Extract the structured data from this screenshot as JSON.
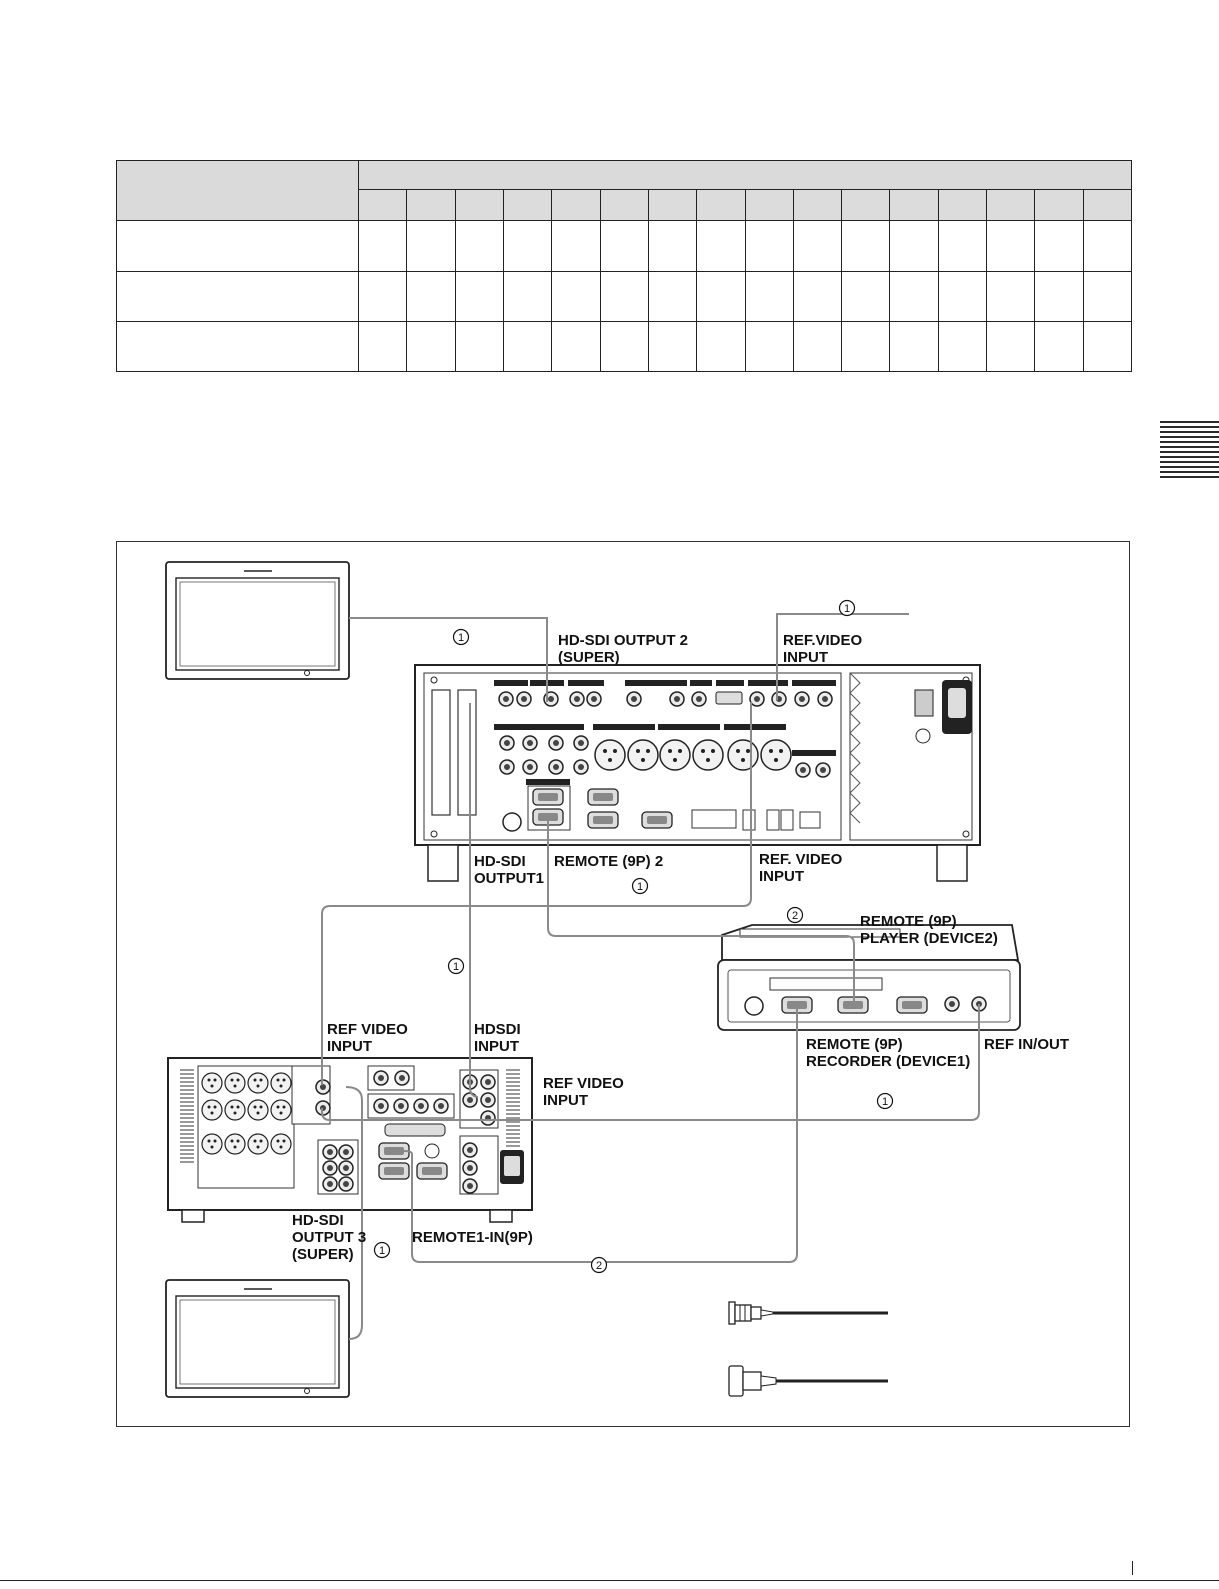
{
  "table": {
    "rows": 3,
    "columns": 16
  },
  "diagram": {
    "labels": {
      "hdsdi_output2": [
        "HD-SDI OUTPUT 2",
        "(SUPER)"
      ],
      "ref_video_input_top": [
        "REF.VIDEO",
        "INPUT"
      ],
      "hdsdi_output1": [
        "HD-SDI",
        "OUTPUT1"
      ],
      "remote_9p_2": "REMOTE (9P) 2",
      "ref_video_input_mid": [
        "REF. VIDEO",
        "INPUT"
      ],
      "remote_player": [
        "REMOTE (9P)",
        "PLAYER (DEVICE2)"
      ],
      "remote_recorder": [
        "REMOTE (9P)",
        "RECORDER (DEVICE1)"
      ],
      "ref_in_out": "REF IN/OUT",
      "ref_video_input_left": [
        "REF VIDEO",
        "INPUT"
      ],
      "hdsdi_input": [
        "HDSDI",
        "INPUT"
      ],
      "ref_video_input_right": [
        "REF VIDEO",
        "INPUT"
      ],
      "hdsdi_output3": [
        "HD-SDI",
        "OUTPUT 3",
        "(SUPER)"
      ],
      "remote1_in": "REMOTE1-IN(9P)"
    },
    "cable_markers": {
      "bnc": "1",
      "remote": "2"
    }
  },
  "colors": {
    "cable": "#8a8a8a",
    "device_dark": "#262626",
    "panel_gray": "#d8d8d8",
    "header_gray": "#dadada"
  }
}
